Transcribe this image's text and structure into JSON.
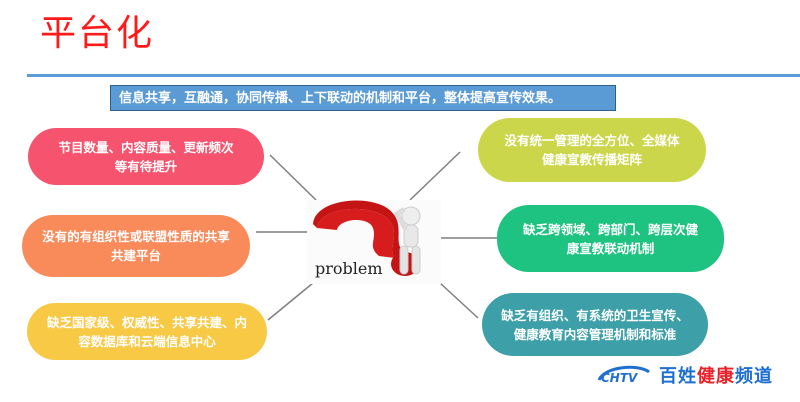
{
  "title": "平台化",
  "banner": "信息共享，互融通，协同传播、上下联动的机制和平台，整体提高宣传效果。",
  "center": {
    "label": "problem",
    "image": "question-mark-thinking-figure"
  },
  "left_items": [
    {
      "line1": "节目数量、内容质量、更新频次",
      "line2": "等有待提升",
      "color": "#f5536e"
    },
    {
      "line1": "没有的有组织性或联盟性质的共享",
      "line2": "共建平台",
      "color": "#f98a5a"
    },
    {
      "line1": "缺乏国家级、权威性、共享共建、内",
      "line2": "容数据库和云端信息中心",
      "color": "#f7c945"
    }
  ],
  "right_items": [
    {
      "line1": "没有统一管理的全方位、全媒体",
      "line2": "健康宣教传播矩阵",
      "color": "#cbd64a"
    },
    {
      "line1": "缺乏跨领域、跨部门、跨层次健",
      "line2": "康宣教联动机制",
      "color": "#1ec281"
    },
    {
      "line1": "缺乏有组织、有系统的卫生宣传、",
      "line2": "健康教育内容管理机制和标准",
      "color": "#3d9fa8"
    }
  ],
  "logo": {
    "mark": "CHTV",
    "text_a": "百姓",
    "text_b": "健康",
    "text_c": "频道"
  }
}
